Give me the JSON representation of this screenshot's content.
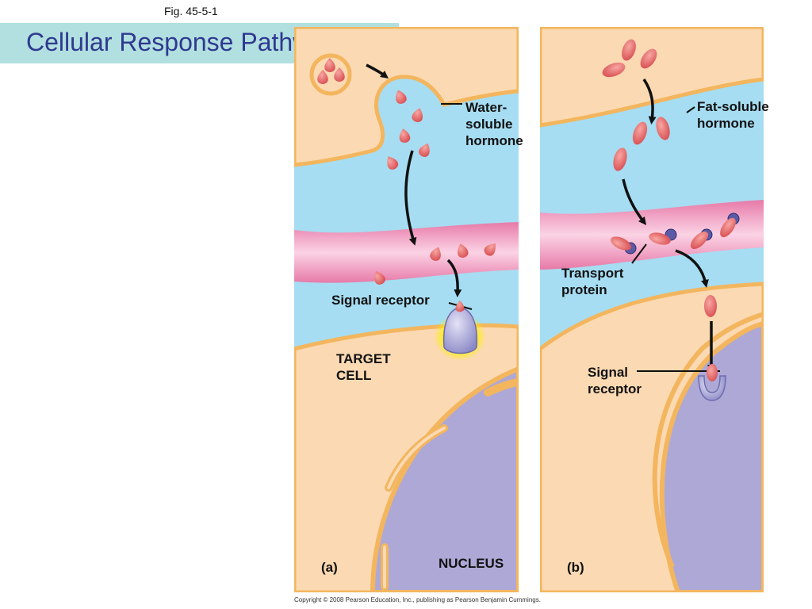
{
  "figure_label": "Fig. 45-5-1",
  "title": "Cellular Response Pathways",
  "panel_a": {
    "tag": "(a)",
    "labels": {
      "hormone": "Water-\nsoluble\nhormone",
      "receptor": "Signal receptor",
      "target_cell": "TARGET\nCELL",
      "nucleus": "NUCLEUS"
    }
  },
  "panel_b": {
    "tag": "(b)",
    "labels": {
      "hormone": "Fat-soluble\nhormone",
      "transport": "Transport\nprotein",
      "receptor": "Signal\nreceptor"
    }
  },
  "colors": {
    "cytoplasm": "#fbd9b3",
    "membrane": "#f3b65e",
    "fluid": "#a6ddf2",
    "blood_vessel": "#f3a6c8",
    "nucleus": "#ada8d6",
    "hormone": "#e8686a",
    "receptor": "#9a98d2",
    "glow": "#fff200"
  },
  "copyright": "Copyright © 2008 Pearson Education, Inc., publishing as Pearson Benjamin Cummings."
}
